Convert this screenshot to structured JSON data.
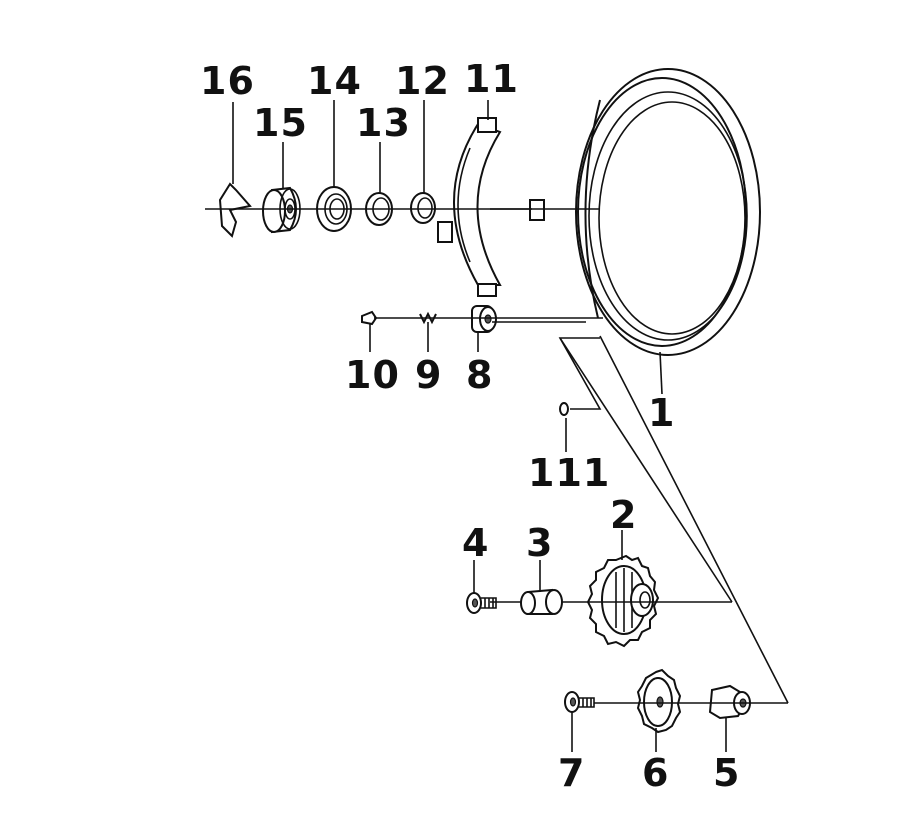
{
  "diagram": {
    "callouts": {
      "c1": "1",
      "c2": "2",
      "c3": "3",
      "c4": "4",
      "c5": "5",
      "c6": "6",
      "c7": "7",
      "c8": "8",
      "c9": "9",
      "c10": "10",
      "c11": "11",
      "c12": "12",
      "c13": "13",
      "c14": "14",
      "c15": "15",
      "c16": "16",
      "c111": "111"
    },
    "colors": {
      "ink": "#111111",
      "background": "#ffffff"
    }
  }
}
